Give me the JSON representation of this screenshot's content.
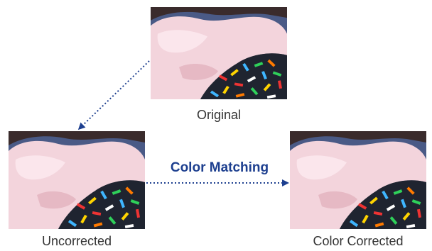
{
  "captions": {
    "original": "Original",
    "uncorrected": "Uncorrected",
    "corrected": "Color Corrected"
  },
  "process": {
    "label": "Color Matching"
  },
  "colors": {
    "accent": "#1d3f8f",
    "caption": "#333333"
  },
  "images": [
    {
      "id": "original",
      "depicts": "cupcake-with-pink-frosting-and-sprinkles"
    },
    {
      "id": "uncorrected",
      "depicts": "cupcake-with-pink-frosting-and-sprinkles"
    },
    {
      "id": "corrected",
      "depicts": "cupcake-with-pink-frosting-and-sprinkles"
    }
  ]
}
